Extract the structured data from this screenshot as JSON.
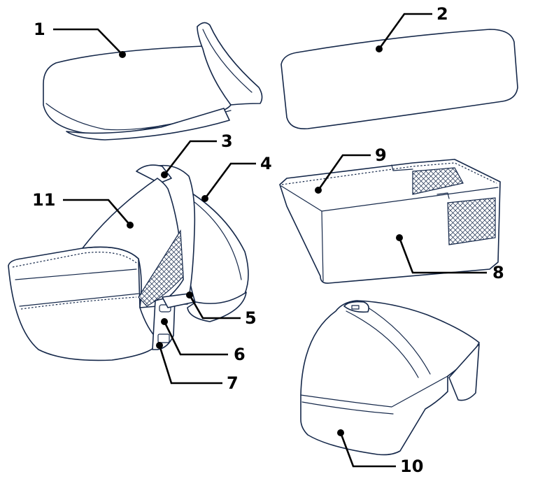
{
  "callouts": [
    {
      "number": "1"
    },
    {
      "number": "2"
    },
    {
      "number": "3"
    },
    {
      "number": "4"
    },
    {
      "number": "5"
    },
    {
      "number": "6"
    },
    {
      "number": "7"
    },
    {
      "number": "8"
    },
    {
      "number": "9"
    },
    {
      "number": "10"
    },
    {
      "number": "11"
    }
  ],
  "colors": {
    "outline": "#15284a",
    "leader": "#000000",
    "background": "#ffffff"
  }
}
